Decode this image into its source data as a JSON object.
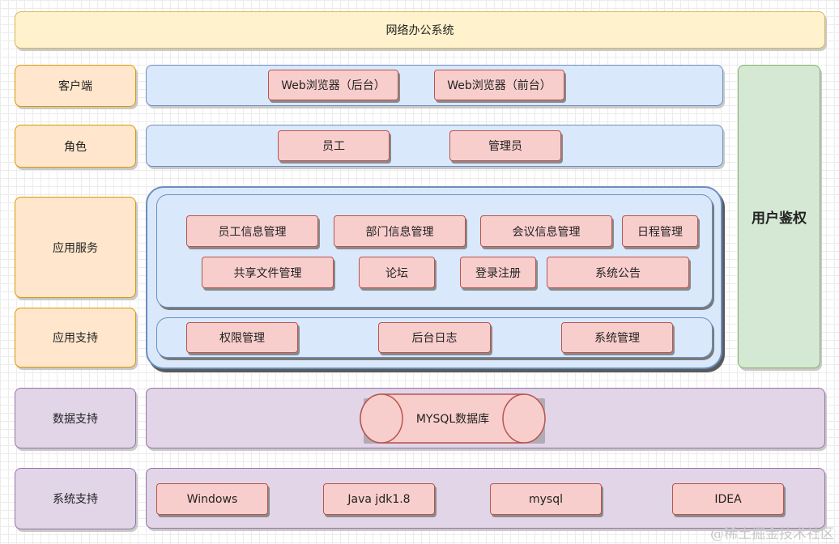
{
  "title": "网络办公系统",
  "rows": {
    "client": "客户端",
    "role": "角色",
    "app_service": "应用服务",
    "app_support": "应用支持",
    "data_support": "数据支持",
    "sys_support": "系统支持"
  },
  "client": {
    "backend_browser": "Web浏览器（后台）",
    "frontend_browser": "Web浏览器（前台）"
  },
  "role": {
    "employee": "员工",
    "admin": "管理员"
  },
  "services": {
    "employee_info": "员工信息管理",
    "dept_info": "部门信息管理",
    "meeting_info": "会议信息管理",
    "schedule": "日程管理",
    "shared_files": "共享文件管理",
    "forum": "论坛",
    "login_register": "登录注册",
    "announcement": "系统公告"
  },
  "support": {
    "permission": "权限管理",
    "backend_log": "后台日志",
    "system_mgmt": "系统管理"
  },
  "database": "MYSQL数据库",
  "system": {
    "windows": "Windows",
    "java": "Java jdk1.8",
    "mysql": "mysql",
    "idea": "IDEA"
  },
  "auth": "用户鉴权",
  "watermark": "@稀土掘金技术社区"
}
